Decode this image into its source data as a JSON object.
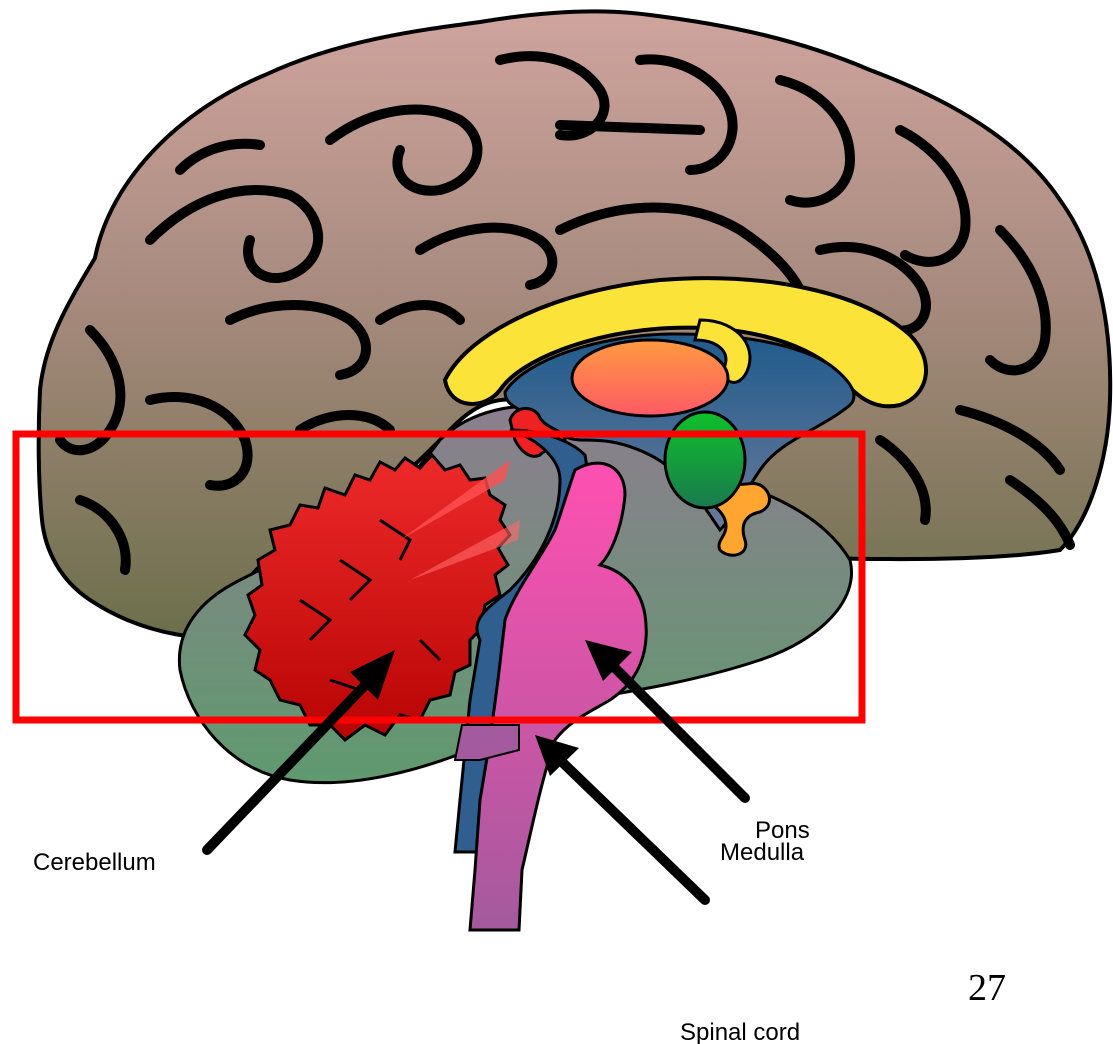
{
  "labels": {
    "cerebellum": "Cerebellum",
    "pons": "Pons",
    "medulla": "Medulla",
    "spinal_cord": "Spinal cord"
  },
  "page_number": "27",
  "colors": {
    "cortex_top": "#c9a19c",
    "cortex_bottom": "#6f704c",
    "corpus_callosum": "#fbe33a",
    "ventricle": "#2f5e8f",
    "thalamus": "#ff7050",
    "hypothalamus_green": "#1f9a3c",
    "cerebellum_red": "#d41818",
    "brainstem_pink": "#e055a8",
    "highlight_box": "#ff0000",
    "brainstem_region": "#6f9579"
  }
}
